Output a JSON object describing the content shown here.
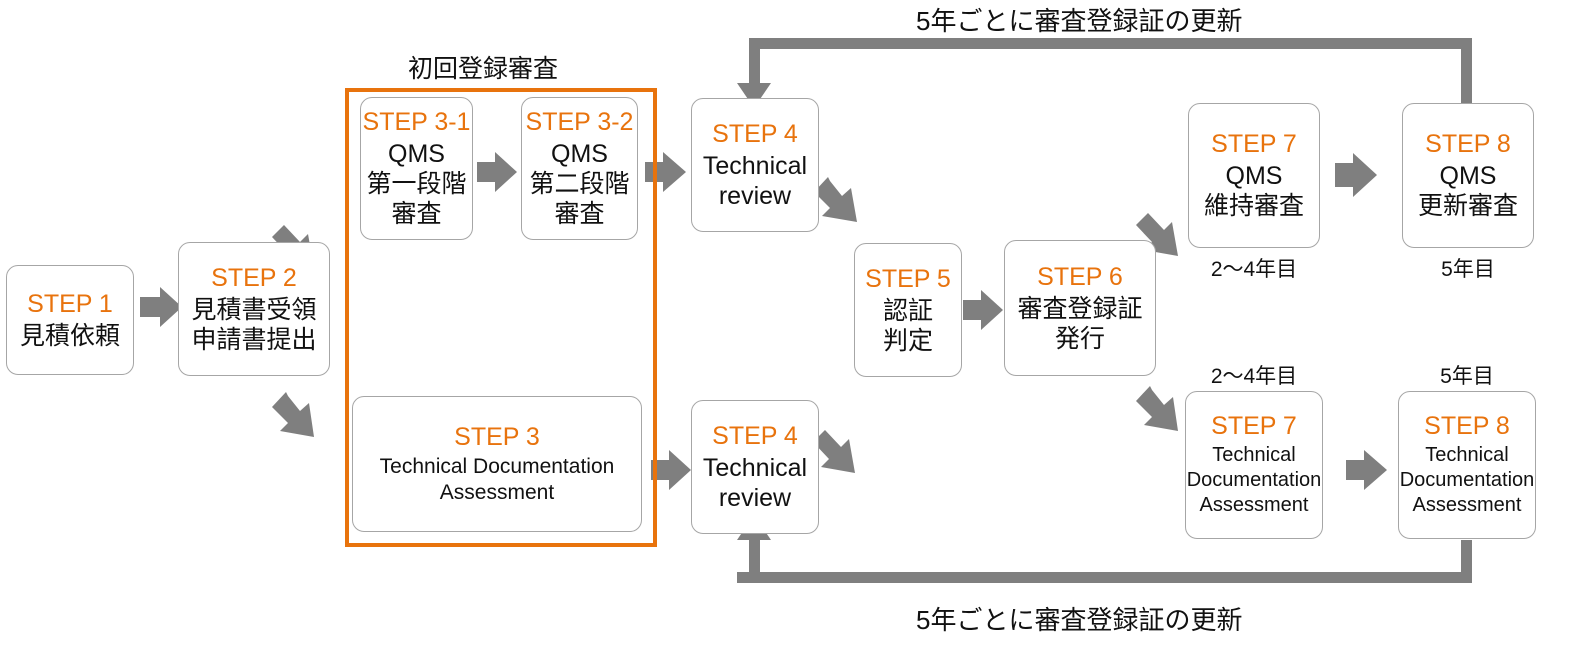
{
  "diagram": {
    "title_group": "初回登録審査",
    "accent_color": "#e8730d",
    "connector_color": "#7f7f7f",
    "box_border_color": "#a6a6a6",
    "background": "#ffffff"
  },
  "loops": {
    "top_caption": "5年ごとに審査登録証の更新",
    "bottom_caption": "5年ごとに審査登録証の更新"
  },
  "boxes": {
    "step1": {
      "step": "STEP 1",
      "body": "見積依頼"
    },
    "step2": {
      "step": "STEP 2",
      "body": "見積書受領\n申請書提出"
    },
    "step3_1": {
      "step": "STEP 3-1",
      "body": "QMS\n第一段階\n審査"
    },
    "step3_2": {
      "step": "STEP 3-2",
      "body": "QMS\n第二段階\n審査"
    },
    "step3": {
      "step": "STEP 3",
      "body": "Technical Documentation\nAssessment"
    },
    "step4_top": {
      "step": "STEP 4",
      "body": "Technical\nreview"
    },
    "step4_bottom": {
      "step": "STEP 4",
      "body": "Technical\nreview"
    },
    "step5": {
      "step": "STEP 5",
      "body": "認証\n判定"
    },
    "step6": {
      "step": "STEP 6",
      "body": "審査登録証\n発行"
    },
    "step7_top": {
      "step": "STEP 7",
      "body": "QMS\n維持審査",
      "note": "2〜4年目"
    },
    "step8_top": {
      "step": "STEP 8",
      "body": "QMS\n更新審査",
      "note": "5年目"
    },
    "step7_bottom": {
      "step": "STEP 7",
      "body": "Technical\nDocumentation\nAssessment",
      "note": "2〜4年目"
    },
    "step8_bottom": {
      "step": "STEP 8",
      "body": "Technical\nDocumentation\nAssessment",
      "note": "5年目"
    }
  },
  "icons": {
    "arrow_right": "arrow-right-icon",
    "arrow_up_right": "arrow-up-right-icon",
    "arrow_down_right": "arrow-down-right-icon",
    "arrow_down": "arrow-down-icon",
    "arrow_up": "arrow-up-icon"
  }
}
